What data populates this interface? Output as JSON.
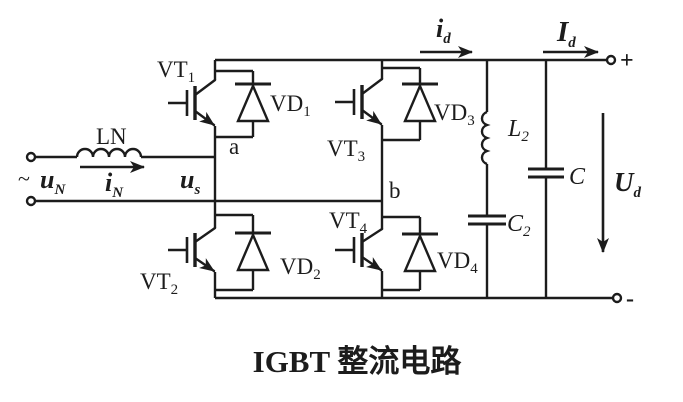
{
  "caption": "IGBT 整流电路",
  "colors": {
    "ink": "#1c1c1c",
    "background": "#ffffff"
  },
  "ac_input": {
    "tilde": "~",
    "source_voltage": {
      "base": "u",
      "sub": "N"
    },
    "line_inductor_label": "LN",
    "line_current": {
      "base": "i",
      "sub": "N"
    },
    "bridge_voltage": {
      "base": "u",
      "sub": "s"
    }
  },
  "bridge": {
    "node_a": "a",
    "node_b": "b",
    "igbts": {
      "vt1": {
        "base": "VT",
        "sub": "1"
      },
      "vt2": {
        "base": "VT",
        "sub": "2"
      },
      "vt3": {
        "base": "VT",
        "sub": "3"
      },
      "vt4": {
        "base": "VT",
        "sub": "4"
      }
    },
    "diodes": {
      "vd1": {
        "base": "VD",
        "sub": "1"
      },
      "vd2": {
        "base": "VD",
        "sub": "2"
      },
      "vd3": {
        "base": "VD",
        "sub": "3"
      },
      "vd4": {
        "base": "VD",
        "sub": "4"
      }
    }
  },
  "dc_side": {
    "rectified_current": {
      "base": "i",
      "sub": "d"
    },
    "load_current": {
      "base": "I",
      "sub": "d"
    },
    "filter_inductor": {
      "base": "L",
      "sub": "2"
    },
    "filter_capacitor": {
      "base": "C",
      "sub": "2"
    },
    "output_capacitor": {
      "base": "C"
    },
    "output_voltage": {
      "base": "U",
      "sub": "d"
    },
    "plus": "+",
    "minus": "-"
  }
}
